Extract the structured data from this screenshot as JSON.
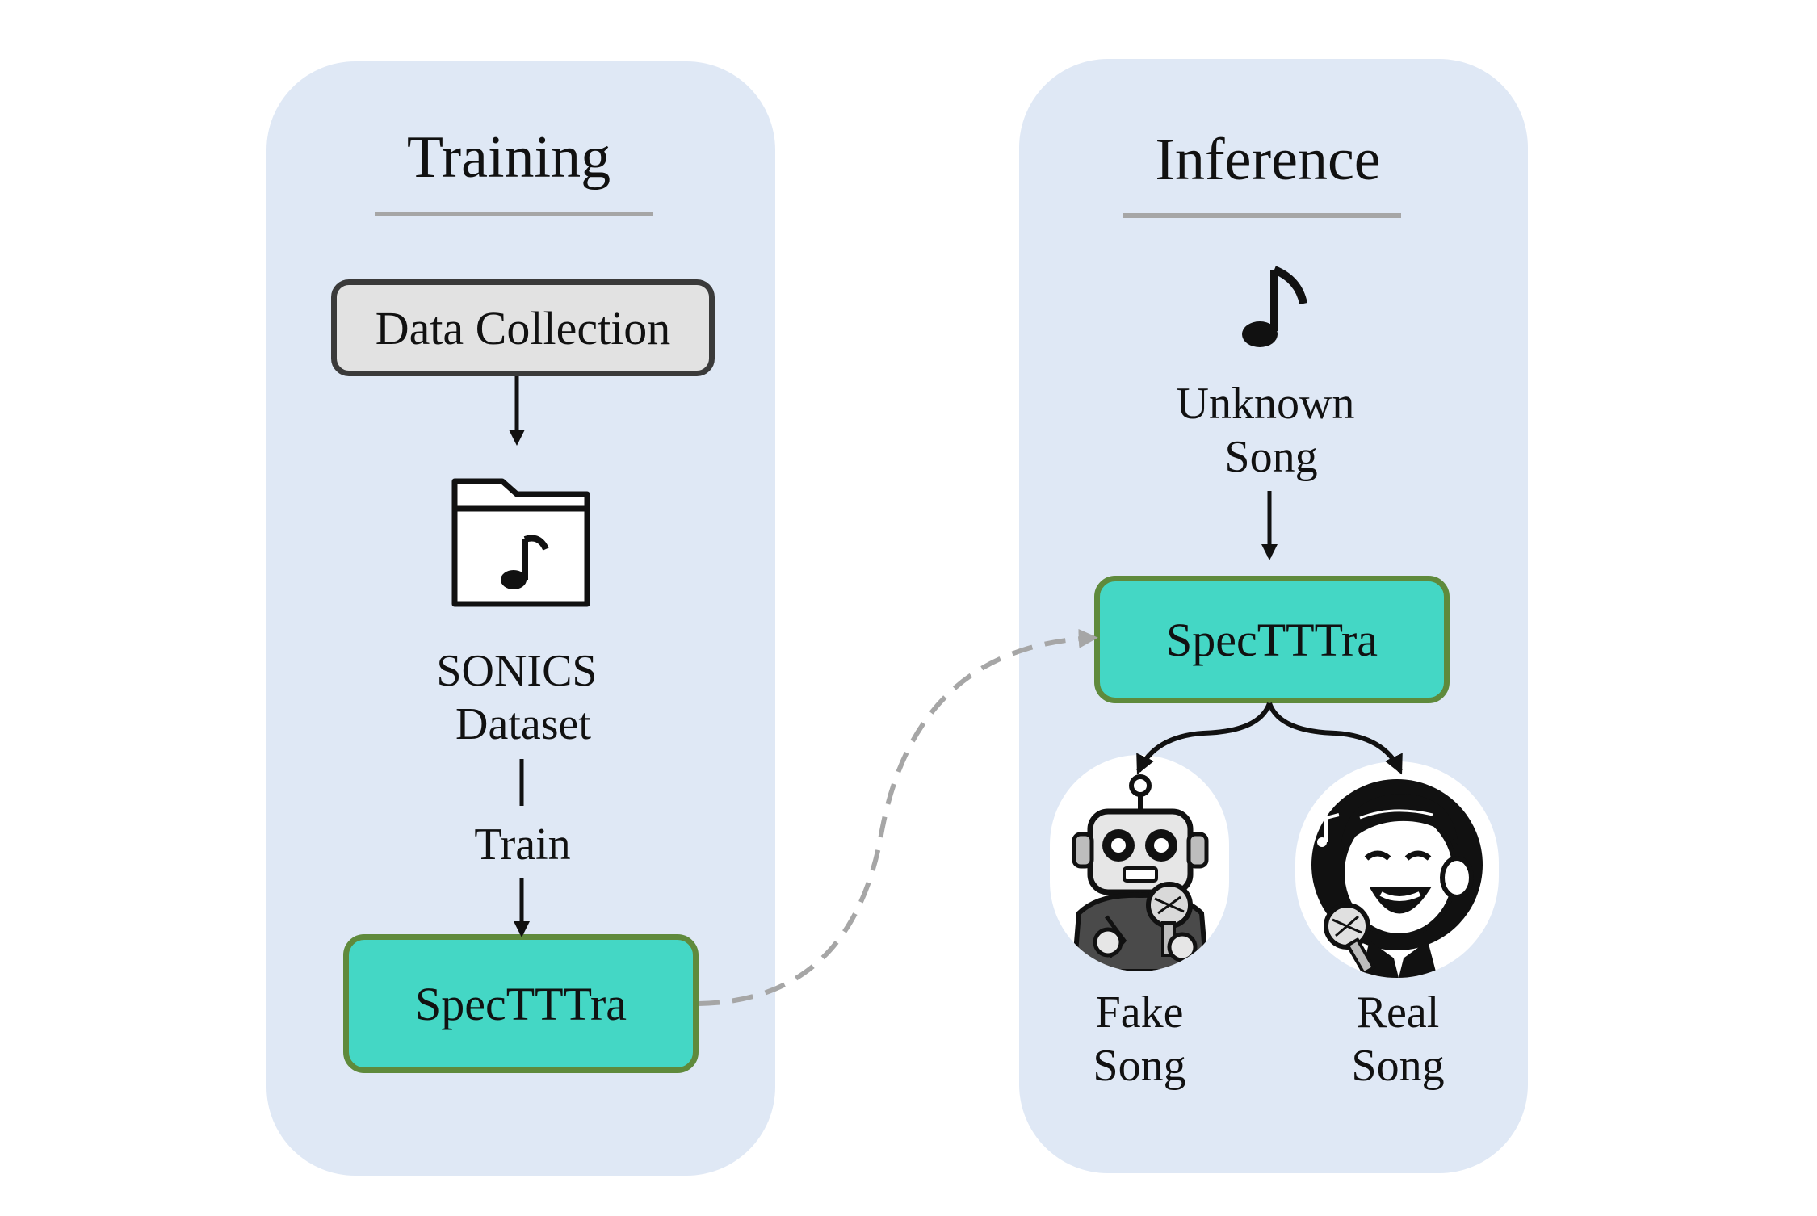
{
  "training": {
    "title": "Training",
    "data_collection_label": "Data Collection",
    "dataset_label_line1": "SONICS",
    "dataset_label_line2": "Dataset",
    "train_label": "Train",
    "model_label": "SpecTTTra"
  },
  "inference": {
    "title": "Inference",
    "input_label_line1": "Unknown",
    "input_label_line2": "Song",
    "model_label": "SpecTTTra",
    "fake_label_line1": "Fake",
    "fake_label_line2": "Song",
    "real_label_line1": "Real",
    "real_label_line2": "Song"
  },
  "colors": {
    "panel_bg": "#dfe8f5",
    "model_fill": "#44d7c5",
    "model_border": "#5f8a3c",
    "collection_fill": "#e2e2e2",
    "dashed_link": "#a6a6a6"
  },
  "icons": {
    "folder": "music-folder-icon",
    "note": "music-note-icon",
    "fake": "robot-singer-icon",
    "real": "human-singer-icon"
  }
}
